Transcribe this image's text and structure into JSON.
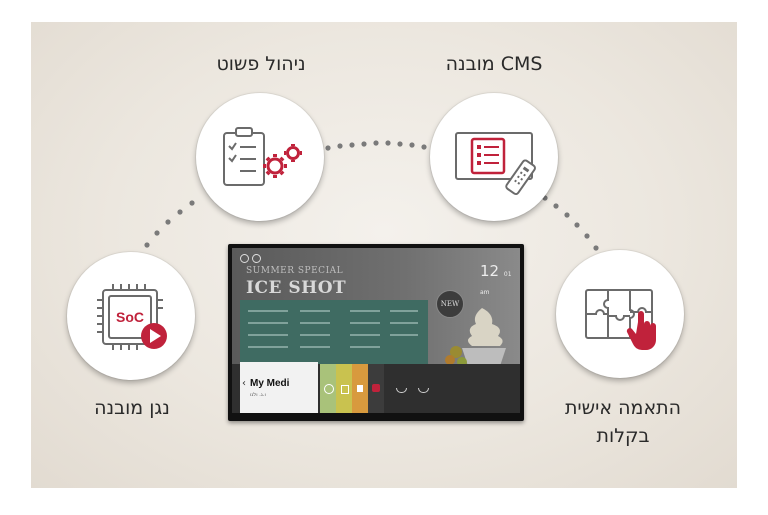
{
  "labels": {
    "builtin_cms": "CMS מובנה",
    "simple_management": "ניהול פשוט",
    "builtin_player": "נגן מובנה",
    "customization_line1": "התאמה אישית",
    "customization_line2": "בקלות"
  },
  "tv_screen": {
    "my_media": "My Medi",
    "my_media_caption": "ו.ג. ולגו",
    "clock": "12",
    "clock_small": "01 am",
    "promo_small": "SUMMER SPECIAL",
    "promo_title": "ICE SHOT",
    "badge": "NEW"
  },
  "icons": {
    "soc": "SoC",
    "player_node": "soc-chip-play-icon",
    "management_node": "clipboard-gears-icon",
    "cms_node": "screen-list-remote-icon",
    "custom_node": "puzzle-hand-icon"
  },
  "colors": {
    "accent": "#c0223b",
    "icon_gray": "#6b6b6b",
    "connector": "#7a7a7a"
  }
}
